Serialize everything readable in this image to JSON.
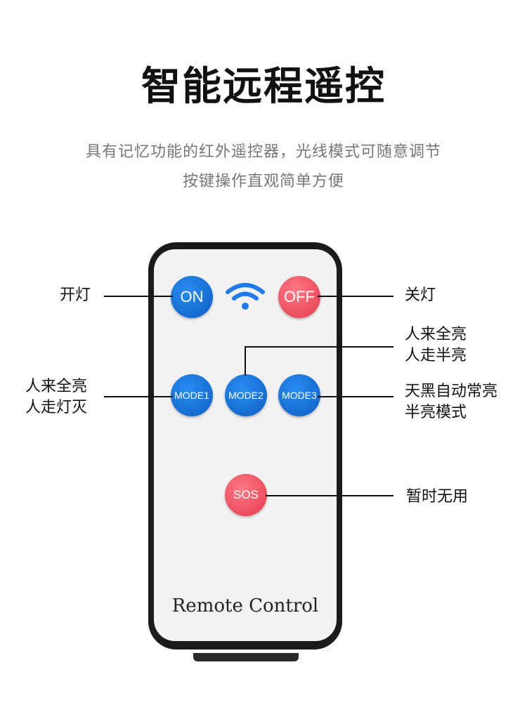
{
  "title": "智能远程遥控",
  "subtitle": {
    "line1": "具有记忆功能的红外遥控器，光线模式可随意调节",
    "line2": "按键操作直观简单方便"
  },
  "remote": {
    "label": "Remote Control",
    "buttons": {
      "on": "ON",
      "off": "OFF",
      "mode1": "MODE1",
      "mode2": "MODE2",
      "mode3": "MODE3",
      "sos": "SOS"
    }
  },
  "callouts": {
    "on": "开灯",
    "off": "关灯",
    "mode2_line1": "人来全亮",
    "mode2_line2": "人走半亮",
    "mode1_line1": "人来全亮",
    "mode1_line2": "人走灯灭",
    "mode3_line1": "天黑自动常亮",
    "mode3_line2": "半亮模式",
    "sos": "暂时无用"
  },
  "colors": {
    "blue_button": "#0b5fc6",
    "red_button": "#e3394b",
    "remote_body": "#1b1b1b",
    "remote_face": "#f2f2f2"
  },
  "icons": {
    "signal": "wifi-signal-icon"
  }
}
